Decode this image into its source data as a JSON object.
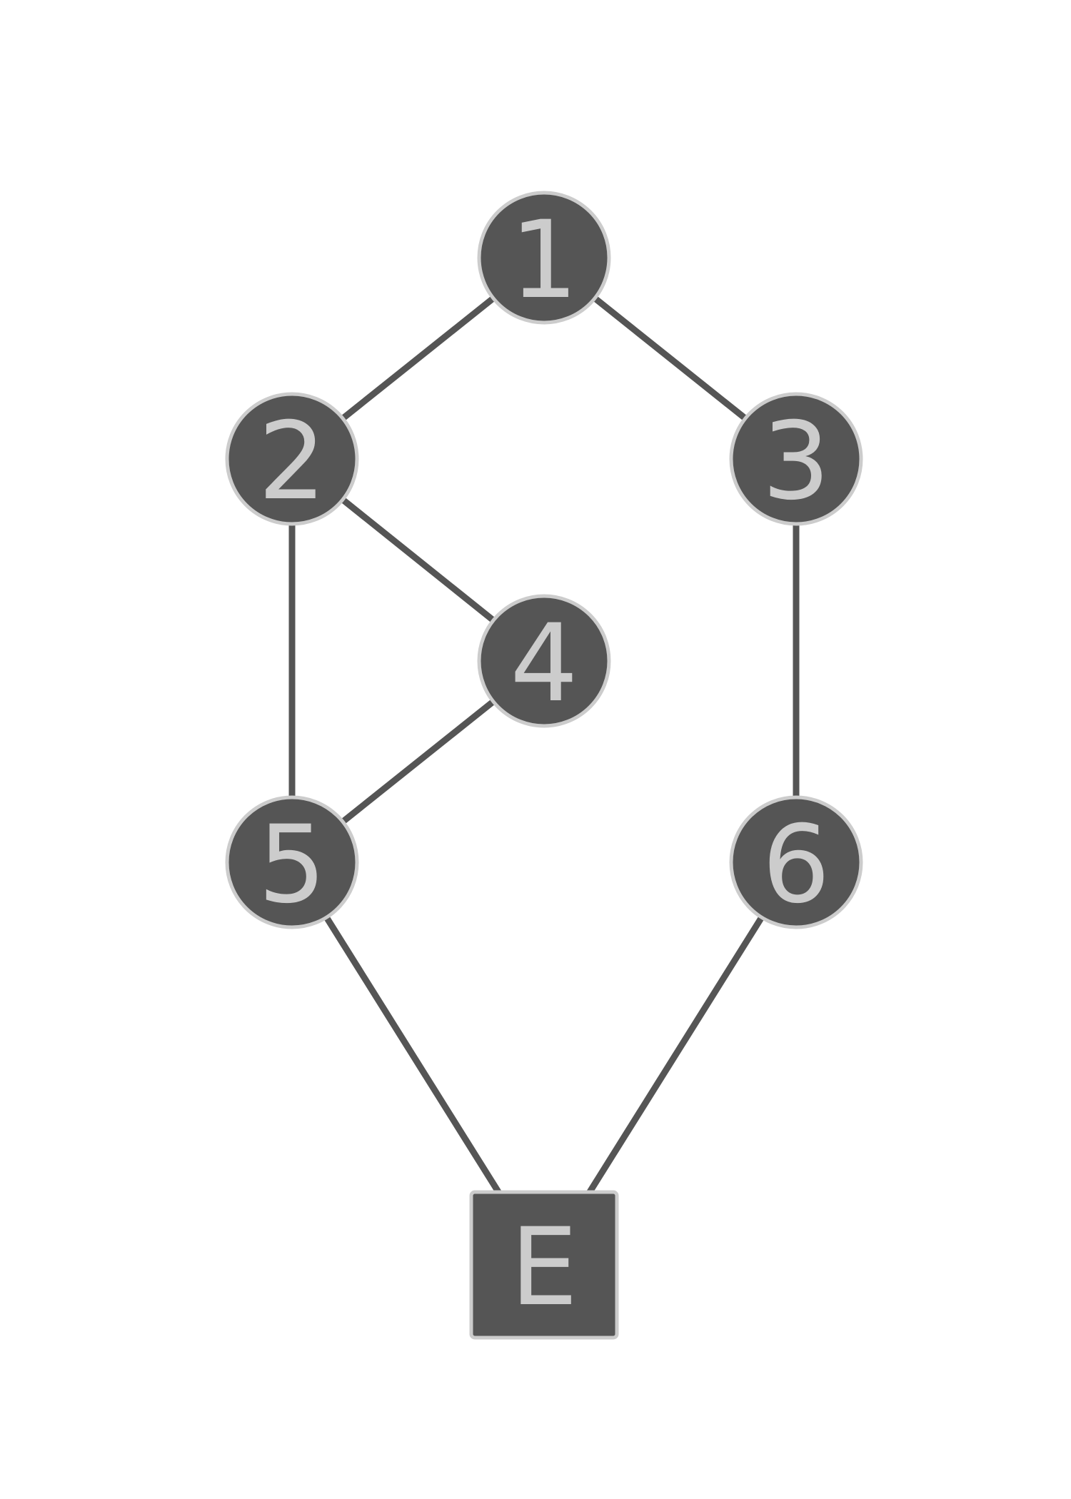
{
  "graph": {
    "colors": {
      "edge": "#555555",
      "node_fill": "#555555",
      "node_stroke": "#cccccc",
      "label": "#cccccc",
      "background": "#ffffff"
    },
    "nodes": [
      {
        "id": "1",
        "label": "1",
        "shape": "circle"
      },
      {
        "id": "2",
        "label": "2",
        "shape": "circle"
      },
      {
        "id": "3",
        "label": "3",
        "shape": "circle"
      },
      {
        "id": "4",
        "label": "4",
        "shape": "circle"
      },
      {
        "id": "5",
        "label": "5",
        "shape": "circle"
      },
      {
        "id": "6",
        "label": "6",
        "shape": "circle"
      },
      {
        "id": "E",
        "label": "E",
        "shape": "square"
      }
    ],
    "edges": [
      {
        "from": "1",
        "to": "2"
      },
      {
        "from": "1",
        "to": "3"
      },
      {
        "from": "2",
        "to": "4"
      },
      {
        "from": "2",
        "to": "5"
      },
      {
        "from": "4",
        "to": "5"
      },
      {
        "from": "3",
        "to": "6"
      },
      {
        "from": "5",
        "to": "E"
      },
      {
        "from": "6",
        "to": "E"
      }
    ]
  }
}
